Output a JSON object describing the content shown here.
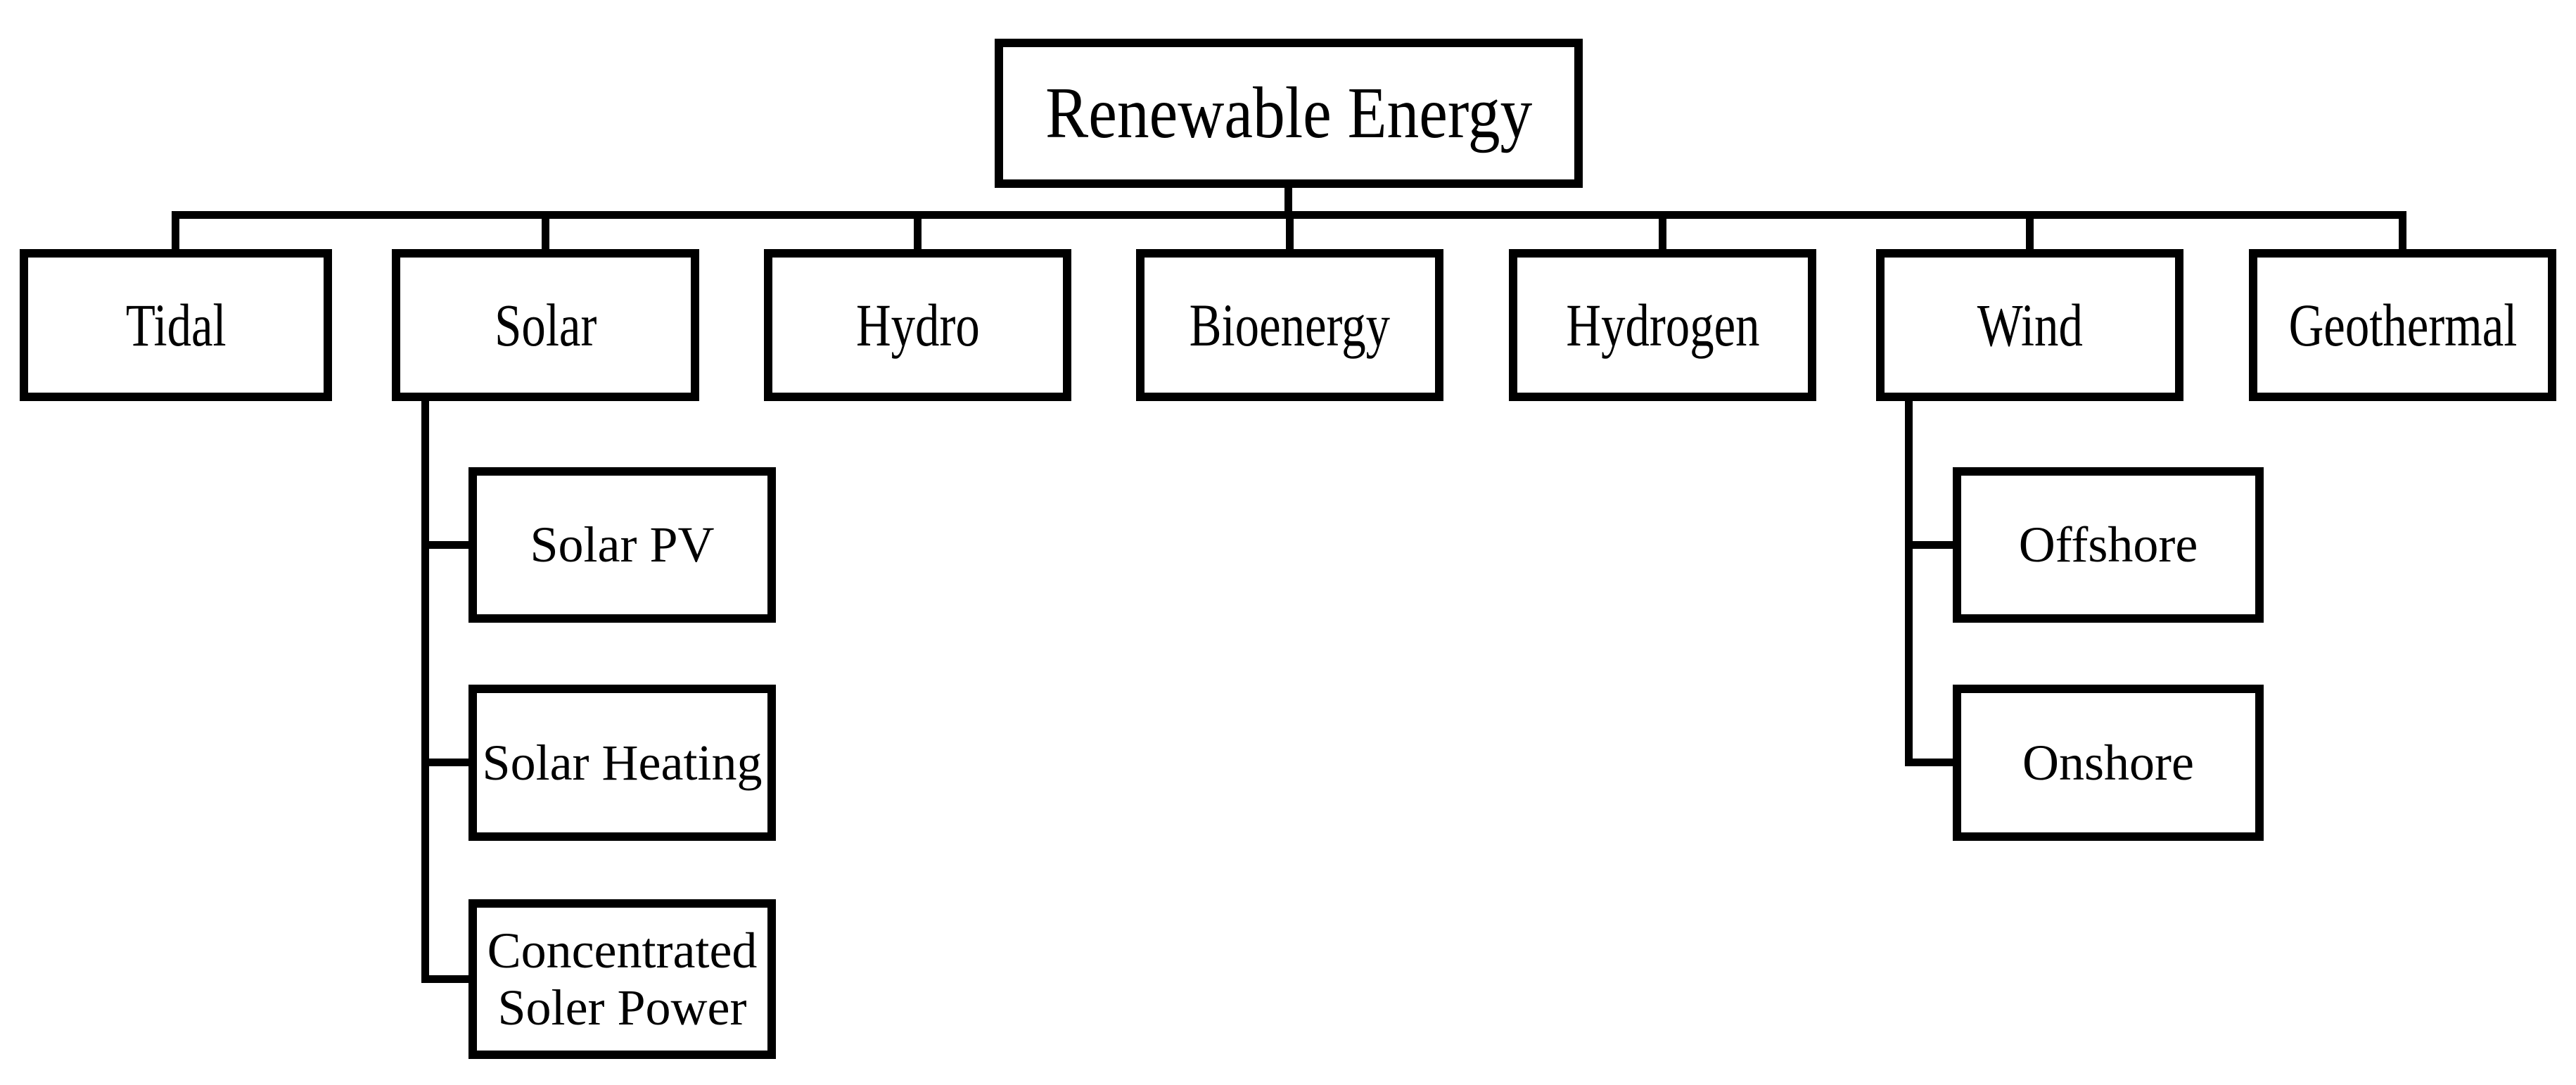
{
  "diagram": {
    "title": "Renewable energy hierarchy chart",
    "colors": {
      "line": "#000000",
      "background": "#ffffff",
      "box_fill": "#ffffff",
      "text": "#000000"
    },
    "root": {
      "label": "Renewable Energy"
    },
    "level1": [
      {
        "label": "Tidal"
      },
      {
        "label": "Solar"
      },
      {
        "label": "Hydro"
      },
      {
        "label": "Bioenergy"
      },
      {
        "label": "Hydrogen"
      },
      {
        "label": "Wind"
      },
      {
        "label": "Geothermal"
      }
    ],
    "solar_children": [
      {
        "label": "Solar PV"
      },
      {
        "label": "Solar Heating"
      },
      {
        "label": "Concentrated Soler Power"
      }
    ],
    "wind_children": [
      {
        "label": "Offshore"
      },
      {
        "label": "Onshore"
      }
    ]
  }
}
